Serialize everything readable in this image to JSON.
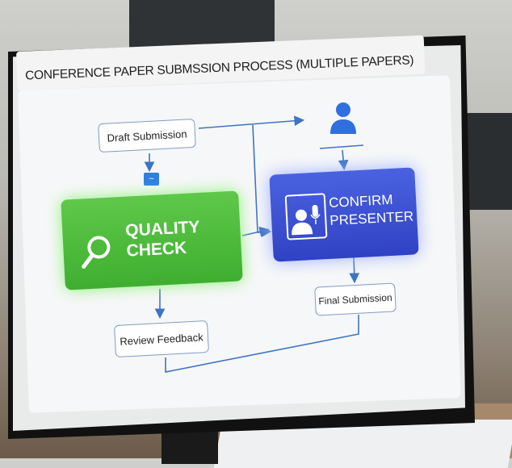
{
  "diagram": {
    "title": "CONFERENCE PAPER SUBMSSION PROCESS (MULTIPLE PAPERS)",
    "nodes": {
      "draft": "Draft Submission",
      "quality_check": "QUALITY CHECK",
      "confirm_presenter": "CONFIRM PRESENTER",
      "final": "Final Submission",
      "review": "Review Feedback"
    },
    "colors": {
      "green": "#4cbb3a",
      "blue": "#3a4fd6",
      "line": "#3f74c4"
    }
  }
}
